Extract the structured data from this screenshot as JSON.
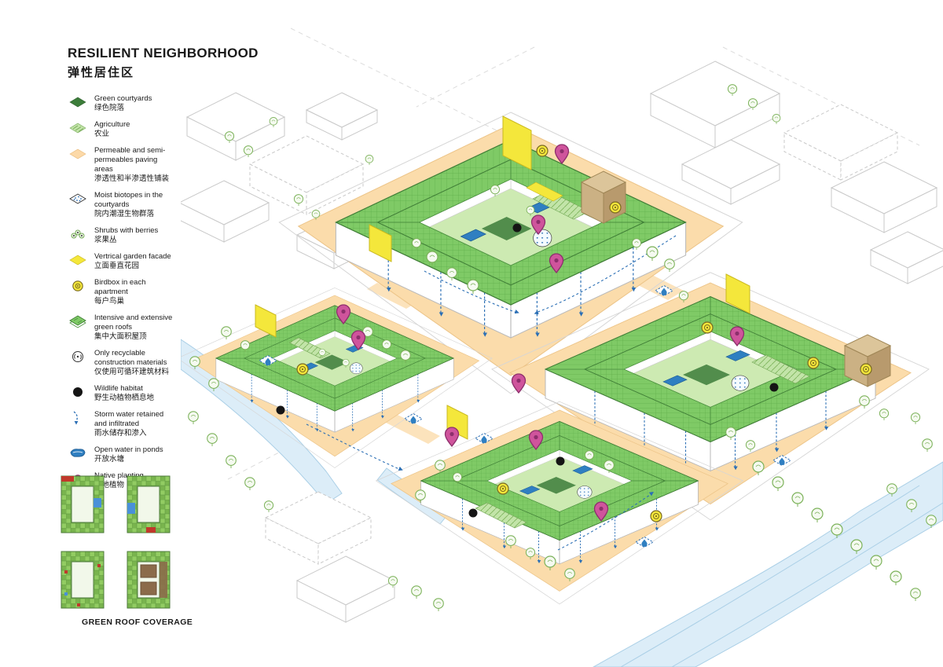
{
  "title": {
    "en": "RESILIENT NEIGHBORHOOD",
    "zh": "弹性居住区"
  },
  "legend": {
    "items": [
      {
        "icon": "green-courtyards-swatch",
        "en": "Green courtyards",
        "zh": "绿色院落"
      },
      {
        "icon": "agriculture-swatch",
        "en": "Agriculture",
        "zh": "农业"
      },
      {
        "icon": "permeable-paving-swatch",
        "en": "Permeable and semi-permeables paving areas",
        "zh": "渗透性和半渗透性铺装"
      },
      {
        "icon": "moist-biotopes-swatch",
        "en": "Moist biotopes in the courtyards",
        "zh": "院内潮湿生物群落"
      },
      {
        "icon": "shrubs-berries-icon",
        "en": "Shrubs with berries",
        "zh": "浆果丛"
      },
      {
        "icon": "vertical-garden-swatch",
        "en": "Vertrical garden facade",
        "zh": "立面垂直花园"
      },
      {
        "icon": "birdbox-icon",
        "en": "Birdbox in each apartment",
        "zh": "每户鸟巢"
      },
      {
        "icon": "green-roof-icon",
        "en": "Intensive and extensive green roofs",
        "zh": "集中大面积屋顶"
      },
      {
        "icon": "recyclable-materials-icon",
        "en": "Only recyclable construction materials",
        "zh": "仅使用可循环建筑材料"
      },
      {
        "icon": "wildlife-habitat-icon",
        "en": "Wildlife habitat",
        "zh": "野生动植物栖息地"
      },
      {
        "icon": "storm-water-icon",
        "en": "Storm water retained and infiltrated",
        "zh": "雨水储存和渗入"
      },
      {
        "icon": "open-water-icon",
        "en": "Open water in ponds",
        "zh": "开放水塘"
      },
      {
        "icon": "native-planting-icon",
        "en": "Native planting",
        "zh": "本地植物"
      }
    ]
  },
  "footer": {
    "coverage_label": "GREEN ROOF COVERAGE"
  },
  "colors": {
    "roof_green": "#7fca66",
    "roof_edge": "#3f7d36",
    "agriculture": "#c2e4a8",
    "paving_peach": "#fbdcab",
    "vertical_garden_yellow": "#f4e73b",
    "water_blue": "#2f7fc1",
    "water_light": "#dcedf8",
    "native_pink": "#cf549c",
    "wildlife_black": "#151515",
    "construction_tan": "#c7a97a"
  }
}
